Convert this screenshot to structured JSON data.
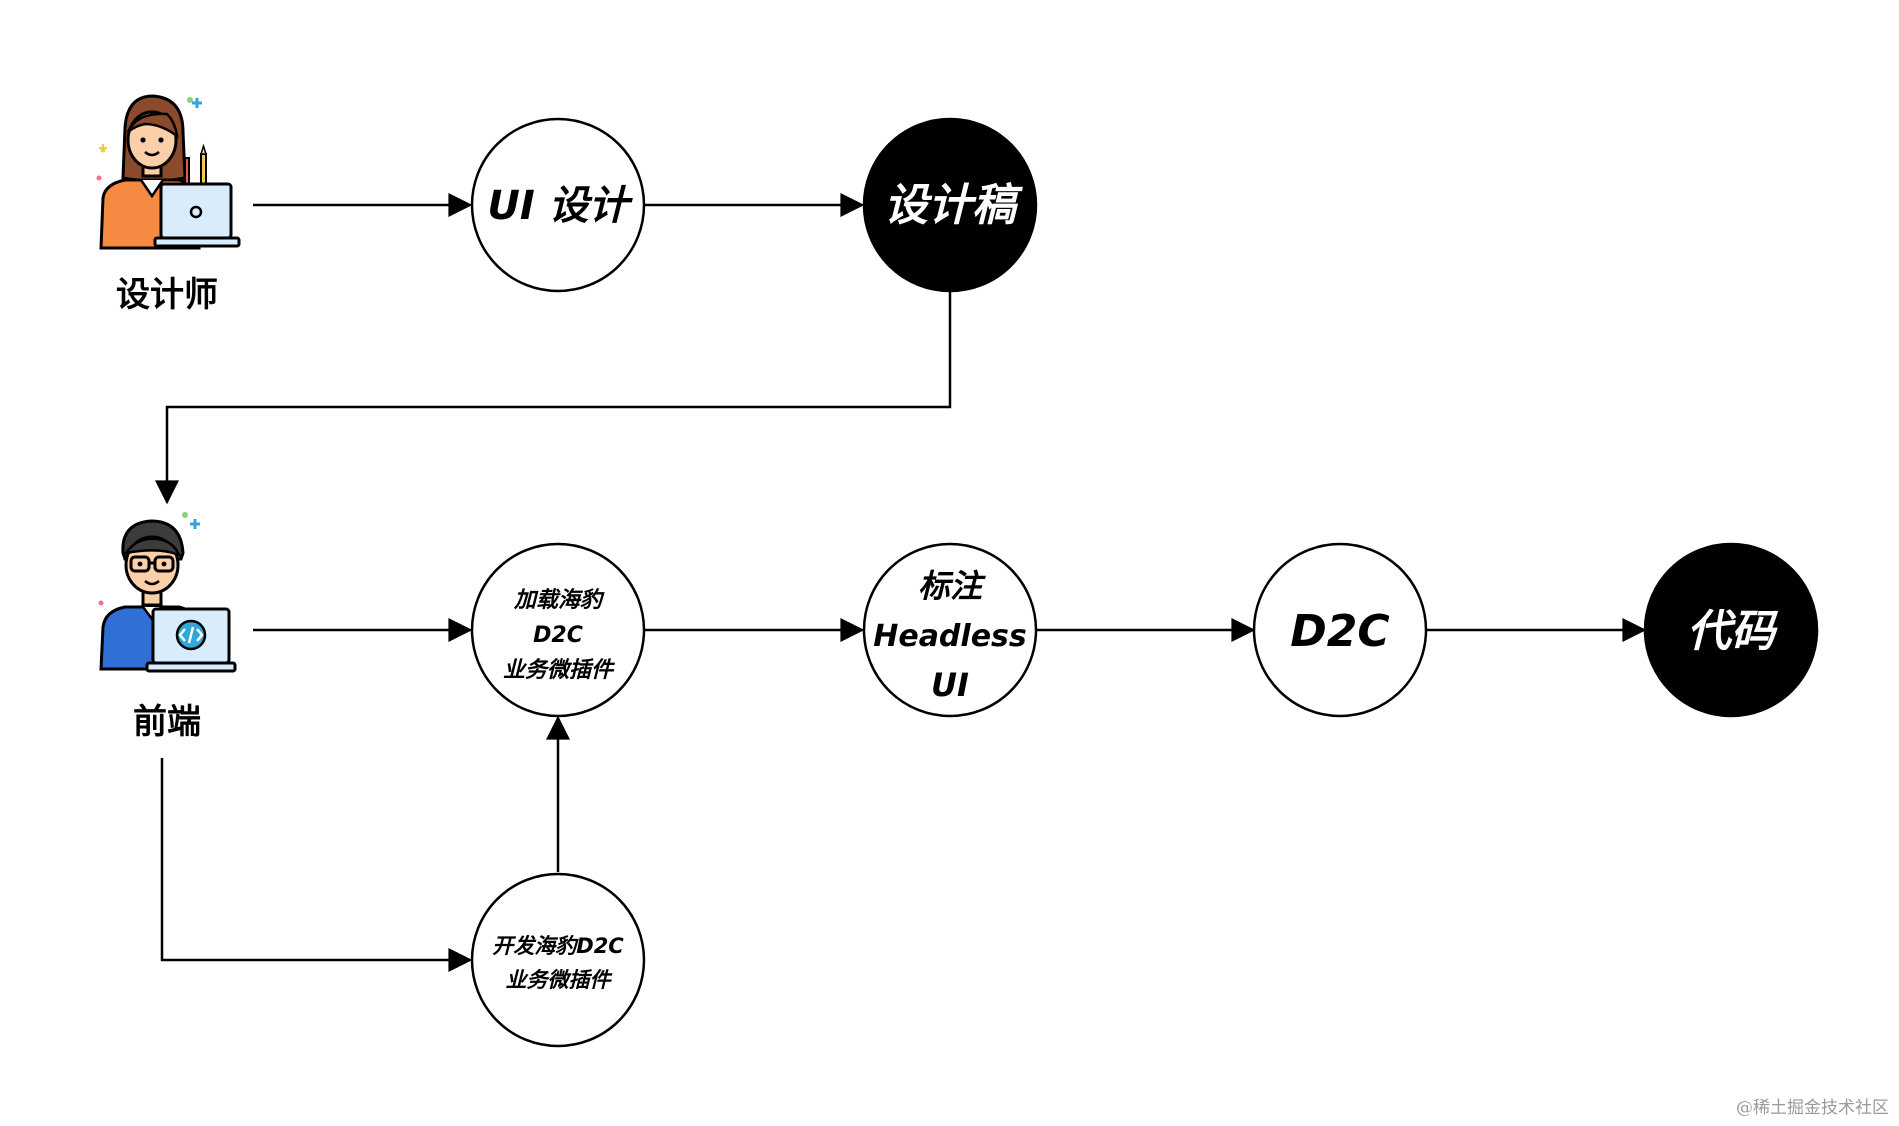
{
  "roles": {
    "designer": {
      "label": "设计师",
      "icon": "designer-avatar-icon"
    },
    "frontend": {
      "label": "前端",
      "icon": "developer-avatar-icon"
    }
  },
  "nodes": {
    "ui_design": {
      "lines": [
        "UI 设计"
      ],
      "fill": "#ffffff",
      "text_color": "#000000"
    },
    "design_draft": {
      "lines": [
        "设计稿"
      ],
      "fill": "#000000",
      "text_color": "#ffffff"
    },
    "load_plugin": {
      "lines": [
        "加载海豹",
        "D2C",
        "业务微插件"
      ],
      "fill": "#ffffff",
      "text_color": "#000000"
    },
    "annotate": {
      "lines": [
        "标注",
        "Headless",
        "UI"
      ],
      "fill": "#ffffff",
      "text_color": "#000000"
    },
    "d2c": {
      "lines": [
        "D2C"
      ],
      "fill": "#ffffff",
      "text_color": "#000000"
    },
    "code": {
      "lines": [
        "代码"
      ],
      "fill": "#000000",
      "text_color": "#ffffff"
    },
    "dev_plugin": {
      "lines": [
        "开发海豹D2C",
        "业务微插件"
      ],
      "fill": "#ffffff",
      "text_color": "#000000"
    }
  },
  "watermark": "@稀土掘金技术社区",
  "colors": {
    "stroke": "#000000",
    "background": "#ffffff",
    "skin": "#fbd0a8",
    "designer_hair": "#8b4a2b",
    "designer_shirt": "#f58a43",
    "dev_hair": "#3c3c3c",
    "dev_shirt": "#2f6fd6",
    "laptop": "#d9ecfb",
    "code_badge": "#2fa8d8"
  }
}
